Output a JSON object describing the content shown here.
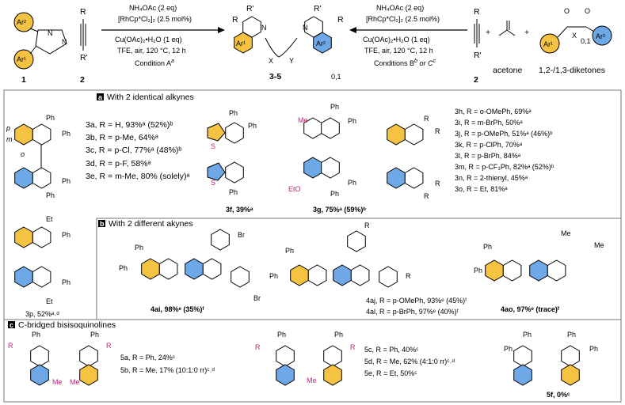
{
  "scheme": {
    "reactant1": {
      "ar2": "Ar²",
      "ar1": "Ar¹",
      "number": "1"
    },
    "alkyne": {
      "r": "R",
      "r_prime": "R'",
      "number": "2"
    },
    "conditions_a": [
      "NH₄OAc (2 eq)",
      "[RhCp*Cl₂]₂ (2.5 mol%)",
      "Cu(OAc)₂•H₂O (1 eq)",
      "TFE, air, 120 °C, 12 h",
      "Condition A"
    ],
    "conditions_a_sup": "a",
    "product": {
      "r": "R",
      "r_prime": "R'",
      "ar1": "Ar¹",
      "ar2": "Ar²",
      "x": "X",
      "y": "Y",
      "label": "3-5",
      "sub": "0,1"
    },
    "conditions_bc": [
      "NH₄OAc (2 eq)",
      "[RhCp*Cl₂]₂ (2.5 mol%)",
      "Cu(OAc)₂•H₂O (1 eq)",
      "TFE, air, 120 °C, 12 h",
      "Conditions B",
      "or C"
    ],
    "conditions_bc_sup": [
      "b",
      "c"
    ],
    "right_reagents": {
      "alkyne_number": "2",
      "acetone": "acetone",
      "diketone_label": "1,2-/1,3-diketones",
      "x": "X",
      "o": "O",
      "sub": "0,1",
      "ar1": "Ar¹",
      "ar2": "Ar²"
    }
  },
  "section_a": {
    "tag": "a",
    "title": "With 2 identical alkynes",
    "list1": [
      "3a, R = H, 93%ᵃ (52%)ᵇ",
      "3b, R = p-Me, 64%ᵃ",
      "3c, R = p-Cl, 77%ᵃ (48%)ᵇ",
      "3d, R = p-F, 58%ᵃ",
      "3e, R = m-Me, 80% (solely)ᵃ"
    ],
    "positions": {
      "p": "p",
      "m": "m",
      "o": "o"
    },
    "ph": "Ph",
    "cmp_3f": "3f, 39%ᵃ",
    "cmp_3g": "3g, 75%ᵃ (59%)ᵇ",
    "s": "S",
    "me": "Me",
    "eto": "EtO",
    "list2": [
      "3h, R = o-OMePh, 69%ᵃ",
      "3i, R = m-BrPh, 50%ᵃ",
      "3j, R = p-OMePh, 51%ᵃ (46%)ᵇ",
      "3k, R = p-ClPh, 70%ᵃ",
      "3l, R = p-BrPh, 84%ᵃ",
      "3m, R = p-CF₃Ph, 82%ᵃ (52%)ᵇ",
      "3n, R = 2-thienyl, 45%ᵃ",
      "3o, R = Et, 81%ᵃ"
    ],
    "cmp_3p": "3p, 52%ᵃ˒ᵈ",
    "et": "Et",
    "r": "R"
  },
  "section_b": {
    "tag": "b",
    "title": "With 2 different akynes",
    "br": "Br",
    "cmp_4ai": "4ai, 98%ᵉ (35%)ᶠ",
    "cmp_4aj": "4aj, R = p-OMePh, 93%ᵉ (45%)ᶠ",
    "cmp_4al": "4al, R = p-BrPh, 97%ᵉ (40%)ᶠ",
    "cmp_4ao": "4ao, 97%ᵉ (trace)ᶠ",
    "me": "Me"
  },
  "section_c": {
    "tag": "c",
    "title": "C-bridged bisisoquinolines",
    "list1": [
      "5a, R = Ph, 24%ᶜ",
      "5b, R = Me, 17% (10:1:0 rr)ᶜ˒ᵈ"
    ],
    "list2": [
      "5c, R = Ph, 40%ᶜ",
      "5d, R = Me, 62% (4:1:0 rr)ᶜ˒ᵈ",
      "5e, R = Et, 50%ᶜ"
    ],
    "cmp_5f": "5f, 0%ᶜ",
    "me": "Me"
  },
  "colors": {
    "orange": "#f5c242",
    "blue": "#6fa8e6",
    "magenta": "#c0267a"
  }
}
